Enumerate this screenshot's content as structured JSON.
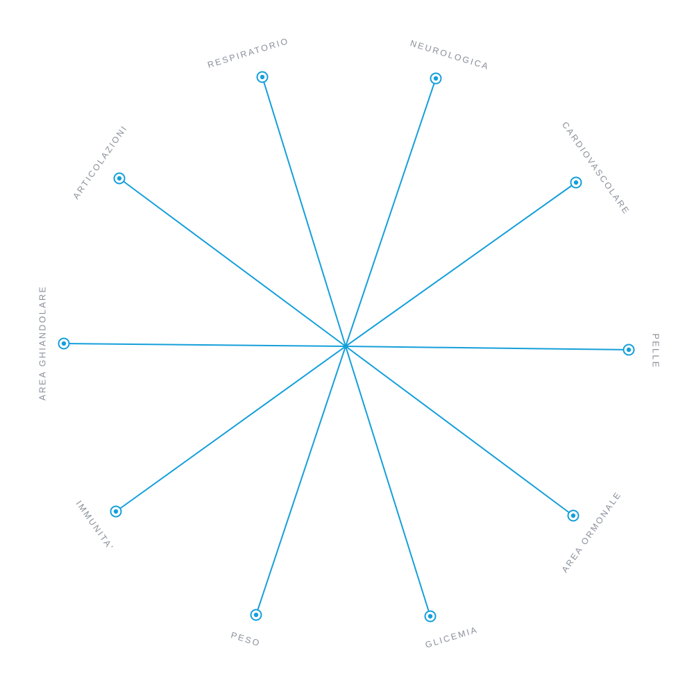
{
  "diagram": {
    "accent_color": "#149fda",
    "label_color": "#8a8f9b",
    "nodes": [
      {
        "id": "neurologica",
        "label": "NEUROLOGICA"
      },
      {
        "id": "cardiovascolare",
        "label": "CARDIOVASCOLARE"
      },
      {
        "id": "pelle",
        "label": "PELLE"
      },
      {
        "id": "area-ormonale",
        "label": "AREA ORMONALE"
      },
      {
        "id": "glicemia",
        "label": "GLICEMIA"
      },
      {
        "id": "peso",
        "label": "PESO"
      },
      {
        "id": "immunita",
        "label": "IMMUNITA'"
      },
      {
        "id": "area-ghiandolare",
        "label": "AREA GHIANDOLARE"
      },
      {
        "id": "articolazioni",
        "label": "ARTICOLAZIONI"
      },
      {
        "id": "respiratorio",
        "label": "RESPIRATORIO"
      }
    ]
  }
}
